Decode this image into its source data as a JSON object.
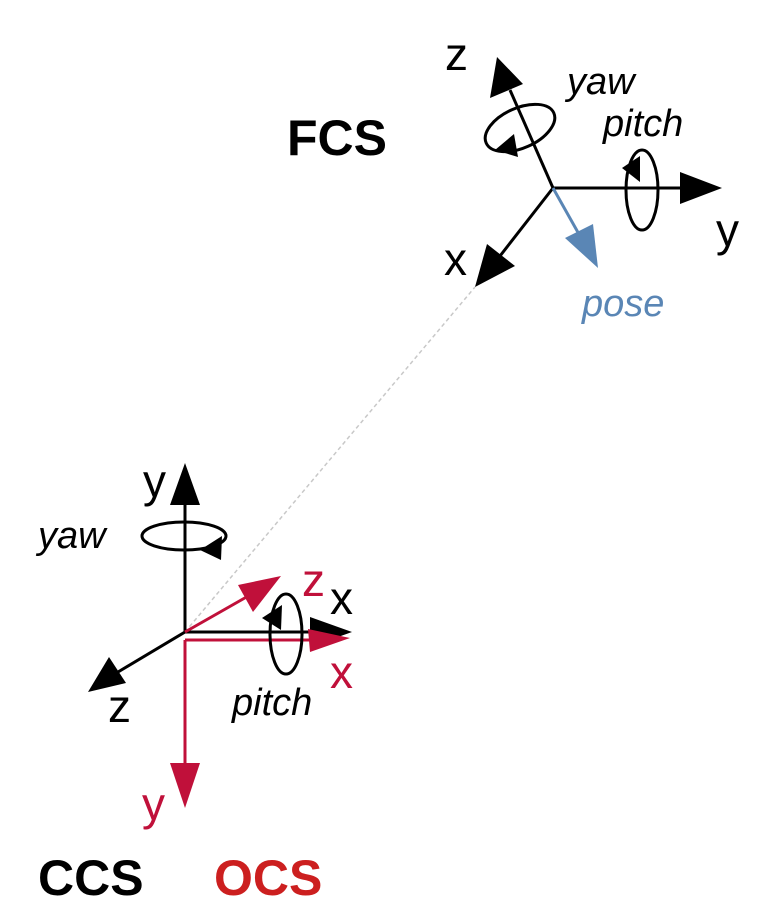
{
  "frames": {
    "fcs": {
      "title": "FCS",
      "axis_x": "x",
      "axis_y": "y",
      "axis_z": "z",
      "rot_yaw": "yaw",
      "rot_pitch": "pitch",
      "pose_label": "pose"
    },
    "ccs": {
      "title": "CCS",
      "axis_x": "x",
      "axis_y": "y",
      "axis_z": "z",
      "rot_yaw": "yaw",
      "rot_pitch": "pitch"
    },
    "ocs": {
      "title": "OCS",
      "axis_x": "x",
      "axis_y": "y",
      "axis_z": "z"
    }
  },
  "colors": {
    "black": "#000000",
    "ocs_red": "#c0103a",
    "ocs_title_red": "#cc1f1f",
    "pose_blue": "#5a86b5",
    "link_gray": "#c8c8c8"
  }
}
